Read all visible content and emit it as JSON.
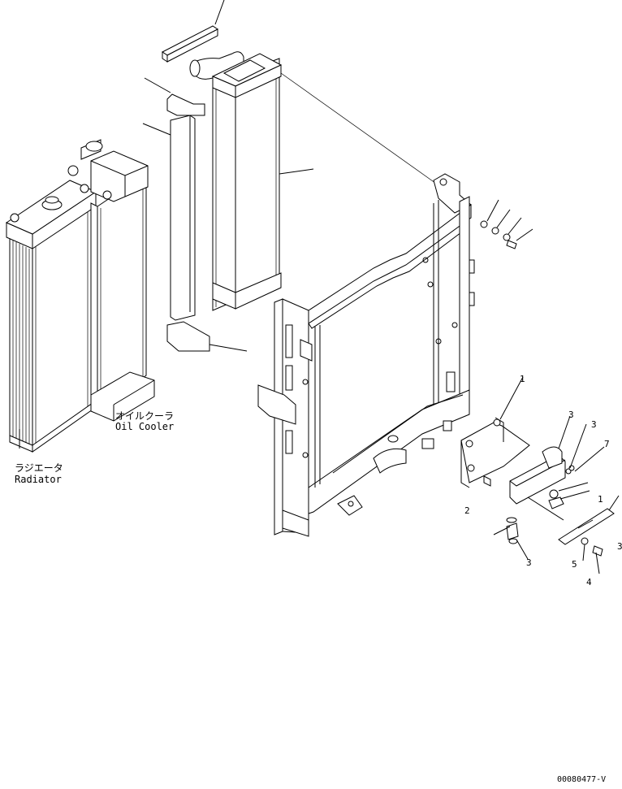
{
  "labels": {
    "oil_cooler_jp": "オイルクーラ",
    "oil_cooler_en": "Oil Cooler",
    "radiator_jp": "ラジエータ",
    "radiator_en": "Radiator",
    "drawing_code": "00080477-V"
  },
  "callouts": [
    "1",
    "3",
    "3",
    "7",
    "1",
    "2",
    "3",
    "3",
    "5",
    "4"
  ]
}
